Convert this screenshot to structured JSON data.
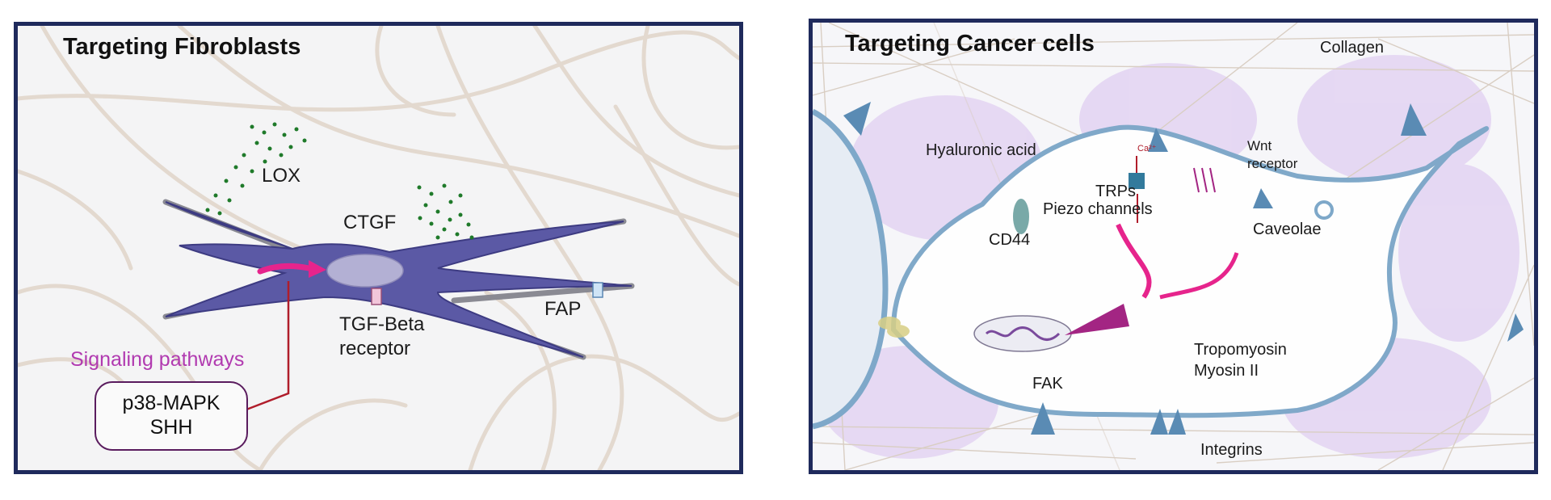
{
  "left_panel": {
    "title": "Targeting Fibroblasts",
    "labels": {
      "lox": "LOX",
      "ctgf": "CTGF",
      "fap": "FAP",
      "tgf_line1": "TGF-Beta",
      "tgf_line2": "receptor",
      "signaling": "Signaling pathways",
      "pathway_1": "p38-MAPK",
      "pathway_2": "SHH"
    }
  },
  "right_panel": {
    "title": "Targeting Cancer cells",
    "labels": {
      "collagen": "Collagen",
      "hyaluronic": "Hyaluronic acid",
      "calcium": "Ca²⁺",
      "wnt_line1": "Wnt",
      "wnt_line2": "receptor",
      "trps": "TRPs",
      "piezo": "Piezo channels",
      "caveolae": "Caveolae",
      "cd44": "CD44",
      "tropomyosin": "Tropomyosin",
      "myosin": "Myosin II",
      "fak": "FAK",
      "integrins": "Integrins"
    }
  },
  "colors": {
    "frame": "#1f2a5c",
    "fibroblast": "#5b59a5",
    "collagen_fiber": "#e3d9cf",
    "lox_dots": "#1f7a2a",
    "arrow_magenta": "#e6248c",
    "signaling_text": "#b13ab0",
    "membrane": "#7ea8c9",
    "hyaluronan": "#dcc9ee"
  }
}
